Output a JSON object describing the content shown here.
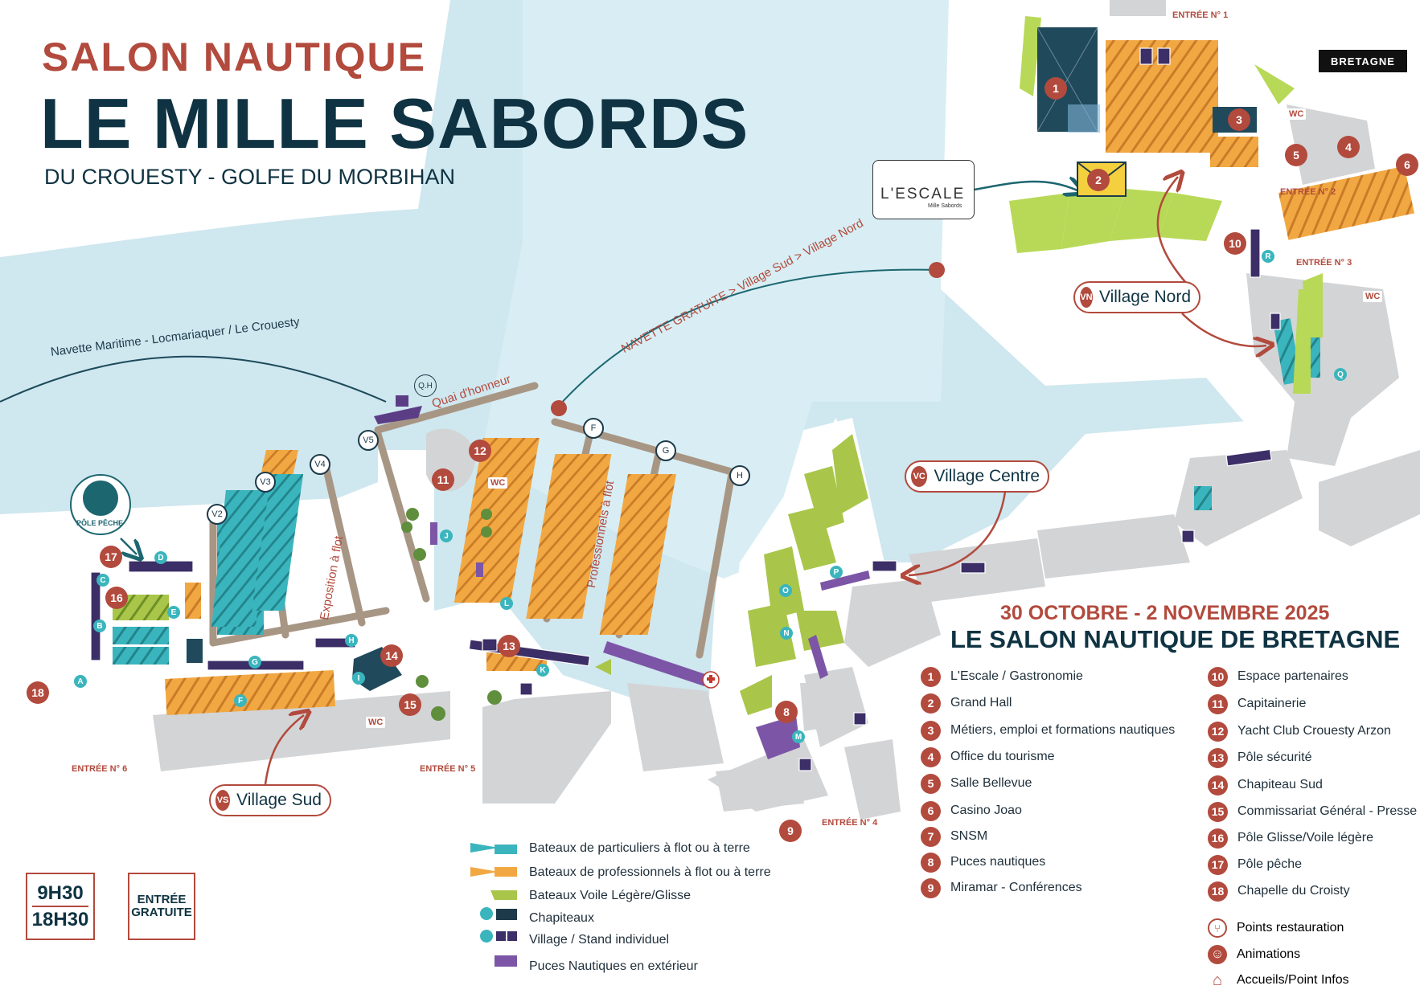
{
  "header": {
    "subtitle": "SALON NAUTIQUE",
    "title": "LE MILLE SABORDS",
    "location": "DU CROUESTY - GOLFE DU MORBIHAN"
  },
  "brand": "BRETAGNE",
  "escale_logo": {
    "name": "L'ESCALE",
    "sub": "Mille Sabords"
  },
  "event": {
    "dates": "30 OCTOBRE - 2 NOVEMBRE 2025",
    "tagline": "LE SALON NAUTIQUE DE BRETAGNE"
  },
  "map_labels": {
    "navette_maritime": "Navette Maritime  - Locmariaquer  / Le Crouesty",
    "navette_gratuite": "NAVETTE GRATUITE > Village Sud > Village Nord",
    "quai": "Quai d'honneur",
    "qh": "Q.H",
    "exposition": "Exposition à flot",
    "professionnels": "Professionnels à flot",
    "pole_peche": "PÔLE PÊCHE",
    "wc": "WC"
  },
  "pontoons": [
    "V2",
    "V3",
    "V4",
    "V5",
    "F",
    "G",
    "H"
  ],
  "stand_letters": [
    "A",
    "B",
    "C",
    "D",
    "E",
    "F",
    "G",
    "H",
    "I",
    "J",
    "K",
    "L",
    "M",
    "N",
    "O",
    "P",
    "Q",
    "R"
  ],
  "villages": [
    {
      "code": "VN",
      "label": "Village Nord"
    },
    {
      "code": "VC",
      "label": "Village Centre"
    },
    {
      "code": "VS",
      "label": "Village Sud"
    }
  ],
  "entrances": [
    "ENTRÉE N° 1",
    "ENTRÉE N° 2",
    "ENTRÉE N° 3",
    "ENTRÉE N° 4",
    "ENTRÉE N° 5",
    "ENTRÉE N° 6"
  ],
  "legend_numbers": [
    {
      "n": "1",
      "label": "L'Escale  / Gastronomie"
    },
    {
      "n": "2",
      "label": "Grand Hall"
    },
    {
      "n": "3",
      "label": "Métiers, emploi et formations nautiques"
    },
    {
      "n": "4",
      "label": "Office du tourisme"
    },
    {
      "n": "5",
      "label": "Salle Bellevue"
    },
    {
      "n": "6",
      "label": "Casino Joao"
    },
    {
      "n": "7",
      "label": "SNSM"
    },
    {
      "n": "8",
      "label": "Puces nautiques"
    },
    {
      "n": "9",
      "label": "Miramar - Conférences"
    },
    {
      "n": "10",
      "label": "Espace partenaires"
    },
    {
      "n": "11",
      "label": "Capitainerie"
    },
    {
      "n": "12",
      "label": "Yacht Club Crouesty Arzon"
    },
    {
      "n": "13",
      "label": "Pôle sécurité"
    },
    {
      "n": "14",
      "label": "Chapiteau Sud"
    },
    {
      "n": "15",
      "label": "Commissariat Général - Presse"
    },
    {
      "n": "16",
      "label": "Pôle Glisse/Voile légère"
    },
    {
      "n": "17",
      "label": "Pôle pêche"
    },
    {
      "n": "18",
      "label": "Chapelle du Croisty"
    }
  ],
  "legend_symbols": [
    {
      "icon": "restaurant-icon",
      "label": "Points restauration"
    },
    {
      "icon": "smiley-icon",
      "label": "Animations"
    },
    {
      "icon": "info-house-icon",
      "label": "Accueils/Point Infos"
    }
  ],
  "legend_types": [
    {
      "key": "teal",
      "label": "Bateaux de particuliers à flot ou à terre"
    },
    {
      "key": "orange",
      "label": "Bateaux de professionnels à flot ou à terre"
    },
    {
      "key": "green",
      "label": "Bateaux Voile Légère/Glisse"
    },
    {
      "key": "tent",
      "label": "Chapiteaux"
    },
    {
      "key": "stand",
      "label": "Village / Stand individuel"
    },
    {
      "key": "puces",
      "label": "Puces Nautiques en extérieur"
    }
  ],
  "hours": {
    "open": "9H30",
    "close": "18H30"
  },
  "admission": {
    "line1": "ENTRÉE",
    "line2": "GRATUITE"
  },
  "colors": {
    "water": "#cfe7ef",
    "land": "#ffffff",
    "building": "#d3d4d6",
    "teal": "#3ab5bd",
    "orange": "#f2a842",
    "green": "#a9c64a",
    "navy": "#1d3a4a",
    "purple": "#7c55a6",
    "red": "#b24a3d",
    "dark": "#0f3342"
  }
}
